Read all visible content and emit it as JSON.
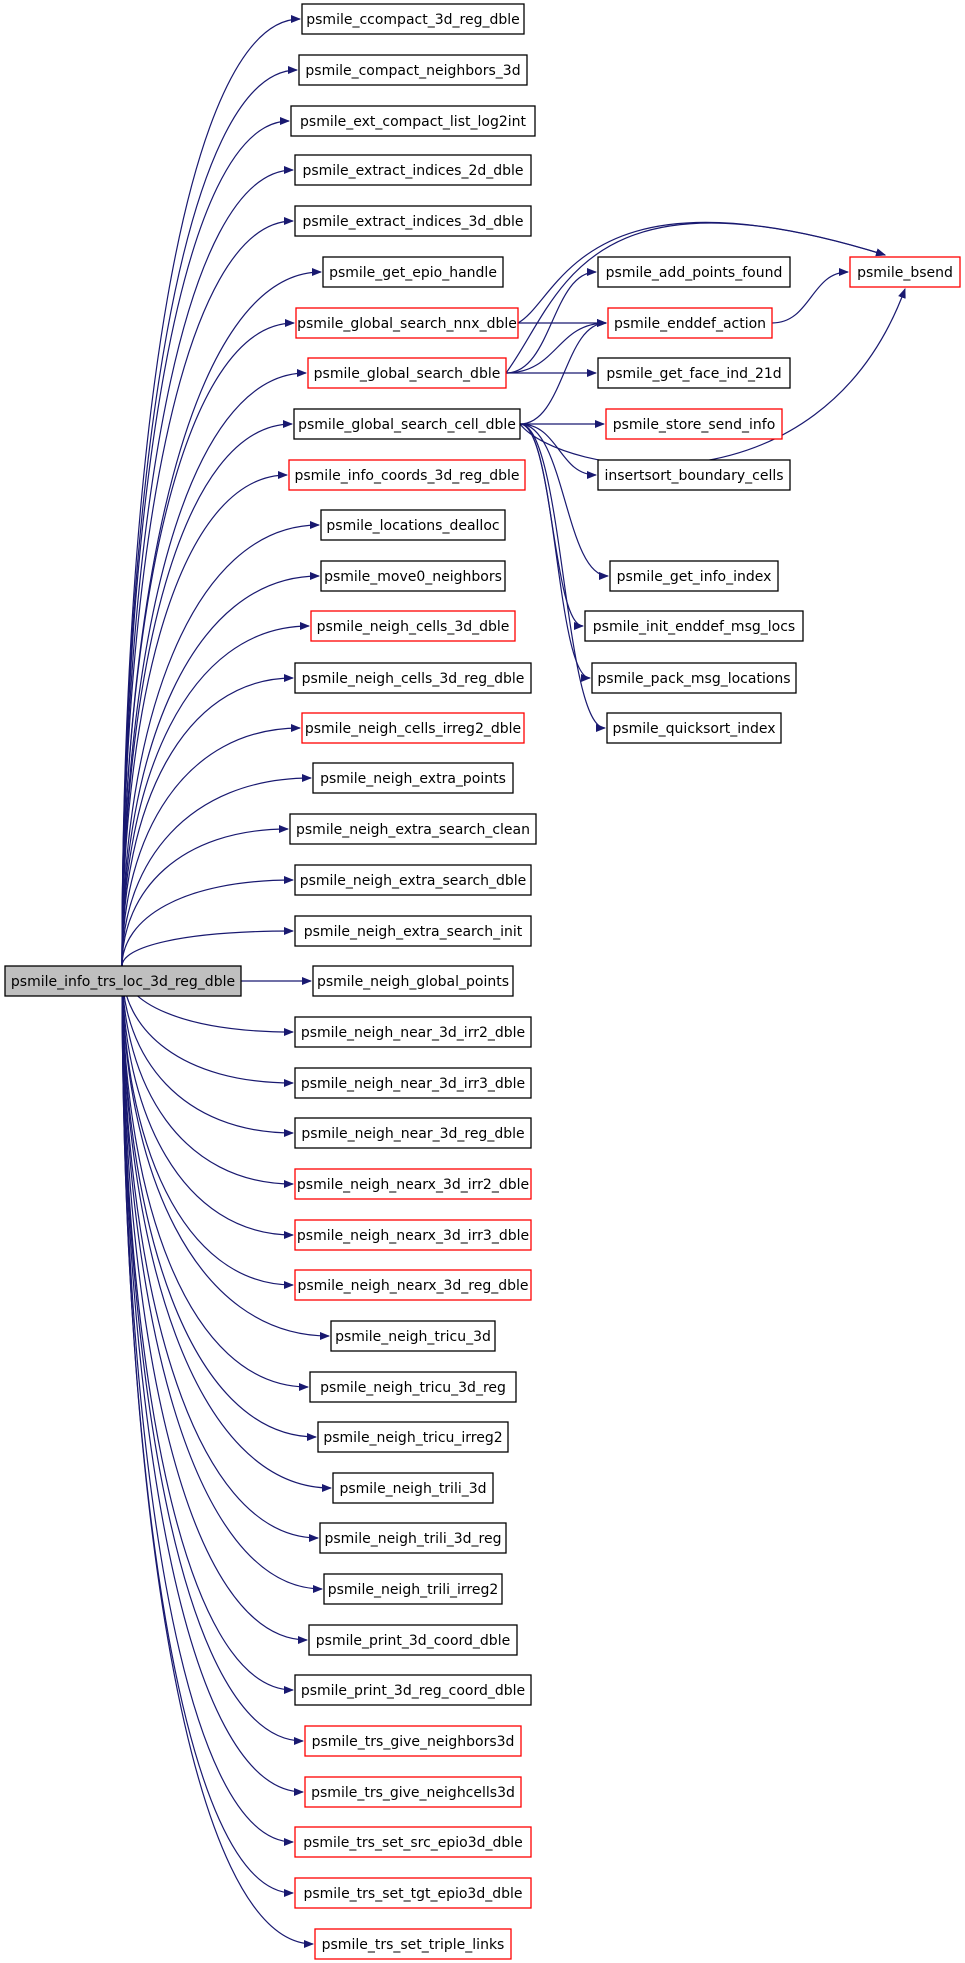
{
  "colors": {
    "edge": "#191970",
    "node_border": "#000000",
    "node_border_link": "#ff0000",
    "root_fill": "#bfbfbf",
    "node_fill": "#ffffff"
  },
  "nodes": [
    {
      "id": "root",
      "label": "psmile_info_trs_loc_3d_reg_dble",
      "style": "root"
    },
    {
      "id": "n1",
      "label": "psmile_ccompact_3d_reg_dble",
      "style": "normal"
    },
    {
      "id": "n2",
      "label": "psmile_compact_neighbors_3d",
      "style": "normal"
    },
    {
      "id": "n3",
      "label": "psmile_ext_compact_list_log2int",
      "style": "normal"
    },
    {
      "id": "n4",
      "label": "psmile_extract_indices_2d_dble",
      "style": "normal"
    },
    {
      "id": "n5",
      "label": "psmile_extract_indices_3d_dble",
      "style": "normal"
    },
    {
      "id": "n6",
      "label": "psmile_get_epio_handle",
      "style": "normal"
    },
    {
      "id": "n7",
      "label": "psmile_global_search_nnx_dble",
      "style": "link"
    },
    {
      "id": "n8",
      "label": "psmile_global_search_dble",
      "style": "link"
    },
    {
      "id": "n9",
      "label": "psmile_global_search_cell_dble",
      "style": "normal"
    },
    {
      "id": "n10",
      "label": "psmile_info_coords_3d_reg_dble",
      "style": "link"
    },
    {
      "id": "n11",
      "label": "psmile_locations_dealloc",
      "style": "normal"
    },
    {
      "id": "n12",
      "label": "psmile_move0_neighbors",
      "style": "normal"
    },
    {
      "id": "n13",
      "label": "psmile_neigh_cells_3d_dble",
      "style": "link"
    },
    {
      "id": "n14",
      "label": "psmile_neigh_cells_3d_reg_dble",
      "style": "normal"
    },
    {
      "id": "n15",
      "label": "psmile_neigh_cells_irreg2_dble",
      "style": "link"
    },
    {
      "id": "n16",
      "label": "psmile_neigh_extra_points",
      "style": "normal"
    },
    {
      "id": "n17",
      "label": "psmile_neigh_extra_search_clean",
      "style": "normal"
    },
    {
      "id": "n18",
      "label": "psmile_neigh_extra_search_dble",
      "style": "normal"
    },
    {
      "id": "n19",
      "label": "psmile_neigh_extra_search_init",
      "style": "normal"
    },
    {
      "id": "n20",
      "label": "psmile_neigh_global_points",
      "style": "normal"
    },
    {
      "id": "n21",
      "label": "psmile_neigh_near_3d_irr2_dble",
      "style": "normal"
    },
    {
      "id": "n22",
      "label": "psmile_neigh_near_3d_irr3_dble",
      "style": "normal"
    },
    {
      "id": "n23",
      "label": "psmile_neigh_near_3d_reg_dble",
      "style": "normal"
    },
    {
      "id": "n24",
      "label": "psmile_neigh_nearx_3d_irr2_dble",
      "style": "link"
    },
    {
      "id": "n25",
      "label": "psmile_neigh_nearx_3d_irr3_dble",
      "style": "link"
    },
    {
      "id": "n26",
      "label": "psmile_neigh_nearx_3d_reg_dble",
      "style": "link"
    },
    {
      "id": "n27",
      "label": "psmile_neigh_tricu_3d",
      "style": "normal"
    },
    {
      "id": "n28",
      "label": "psmile_neigh_tricu_3d_reg",
      "style": "normal"
    },
    {
      "id": "n29",
      "label": "psmile_neigh_tricu_irreg2",
      "style": "normal"
    },
    {
      "id": "n30",
      "label": "psmile_neigh_trili_3d",
      "style": "normal"
    },
    {
      "id": "n31",
      "label": "psmile_neigh_trili_3d_reg",
      "style": "normal"
    },
    {
      "id": "n32",
      "label": "psmile_neigh_trili_irreg2",
      "style": "normal"
    },
    {
      "id": "n33",
      "label": "psmile_print_3d_coord_dble",
      "style": "normal"
    },
    {
      "id": "n34",
      "label": "psmile_print_3d_reg_coord_dble",
      "style": "normal"
    },
    {
      "id": "n35",
      "label": "psmile_trs_give_neighbors3d",
      "style": "link"
    },
    {
      "id": "n36",
      "label": "psmile_trs_give_neighcells3d",
      "style": "link"
    },
    {
      "id": "n37",
      "label": "psmile_trs_set_src_epio3d_dble",
      "style": "link"
    },
    {
      "id": "n38",
      "label": "psmile_trs_set_tgt_epio3d_dble",
      "style": "link"
    },
    {
      "id": "n39",
      "label": "psmile_trs_set_triple_links",
      "style": "link"
    },
    {
      "id": "c1",
      "label": "psmile_bsend",
      "style": "link"
    },
    {
      "id": "c2",
      "label": "psmile_add_points_found",
      "style": "normal"
    },
    {
      "id": "c3",
      "label": "psmile_enddef_action",
      "style": "link"
    },
    {
      "id": "c4",
      "label": "psmile_get_face_ind_21d",
      "style": "normal"
    },
    {
      "id": "c5",
      "label": "psmile_store_send_info",
      "style": "link"
    },
    {
      "id": "c6",
      "label": "insertsort_boundary_cells",
      "style": "normal"
    },
    {
      "id": "c7",
      "label": "psmile_get_info_index",
      "style": "normal"
    },
    {
      "id": "c8",
      "label": "psmile_init_enddef_msg_locs",
      "style": "normal"
    },
    {
      "id": "c9",
      "label": "psmile_pack_msg_locations",
      "style": "normal"
    },
    {
      "id": "c10",
      "label": "psmile_quicksort_index",
      "style": "normal"
    }
  ],
  "edges": [
    [
      "root",
      "n1"
    ],
    [
      "root",
      "n2"
    ],
    [
      "root",
      "n3"
    ],
    [
      "root",
      "n4"
    ],
    [
      "root",
      "n5"
    ],
    [
      "root",
      "n6"
    ],
    [
      "root",
      "n7"
    ],
    [
      "root",
      "n8"
    ],
    [
      "root",
      "n9"
    ],
    [
      "root",
      "n10"
    ],
    [
      "root",
      "n11"
    ],
    [
      "root",
      "n12"
    ],
    [
      "root",
      "n13"
    ],
    [
      "root",
      "n14"
    ],
    [
      "root",
      "n15"
    ],
    [
      "root",
      "n16"
    ],
    [
      "root",
      "n17"
    ],
    [
      "root",
      "n18"
    ],
    [
      "root",
      "n19"
    ],
    [
      "root",
      "n20"
    ],
    [
      "root",
      "n21"
    ],
    [
      "root",
      "n22"
    ],
    [
      "root",
      "n23"
    ],
    [
      "root",
      "n24"
    ],
    [
      "root",
      "n25"
    ],
    [
      "root",
      "n26"
    ],
    [
      "root",
      "n27"
    ],
    [
      "root",
      "n28"
    ],
    [
      "root",
      "n29"
    ],
    [
      "root",
      "n30"
    ],
    [
      "root",
      "n31"
    ],
    [
      "root",
      "n32"
    ],
    [
      "root",
      "n33"
    ],
    [
      "root",
      "n34"
    ],
    [
      "root",
      "n35"
    ],
    [
      "root",
      "n36"
    ],
    [
      "root",
      "n37"
    ],
    [
      "root",
      "n38"
    ],
    [
      "root",
      "n39"
    ],
    [
      "n7",
      "c1"
    ],
    [
      "n7",
      "c3"
    ],
    [
      "n8",
      "c1"
    ],
    [
      "n8",
      "c2"
    ],
    [
      "n8",
      "c3"
    ],
    [
      "n8",
      "c4"
    ],
    [
      "n9",
      "c3"
    ],
    [
      "n9",
      "c5"
    ],
    [
      "n9",
      "c6"
    ],
    [
      "n9",
      "c1"
    ],
    [
      "n9",
      "c7"
    ],
    [
      "n9",
      "c8"
    ],
    [
      "n9",
      "c9"
    ],
    [
      "n9",
      "c10"
    ],
    [
      "c3",
      "c1"
    ]
  ]
}
